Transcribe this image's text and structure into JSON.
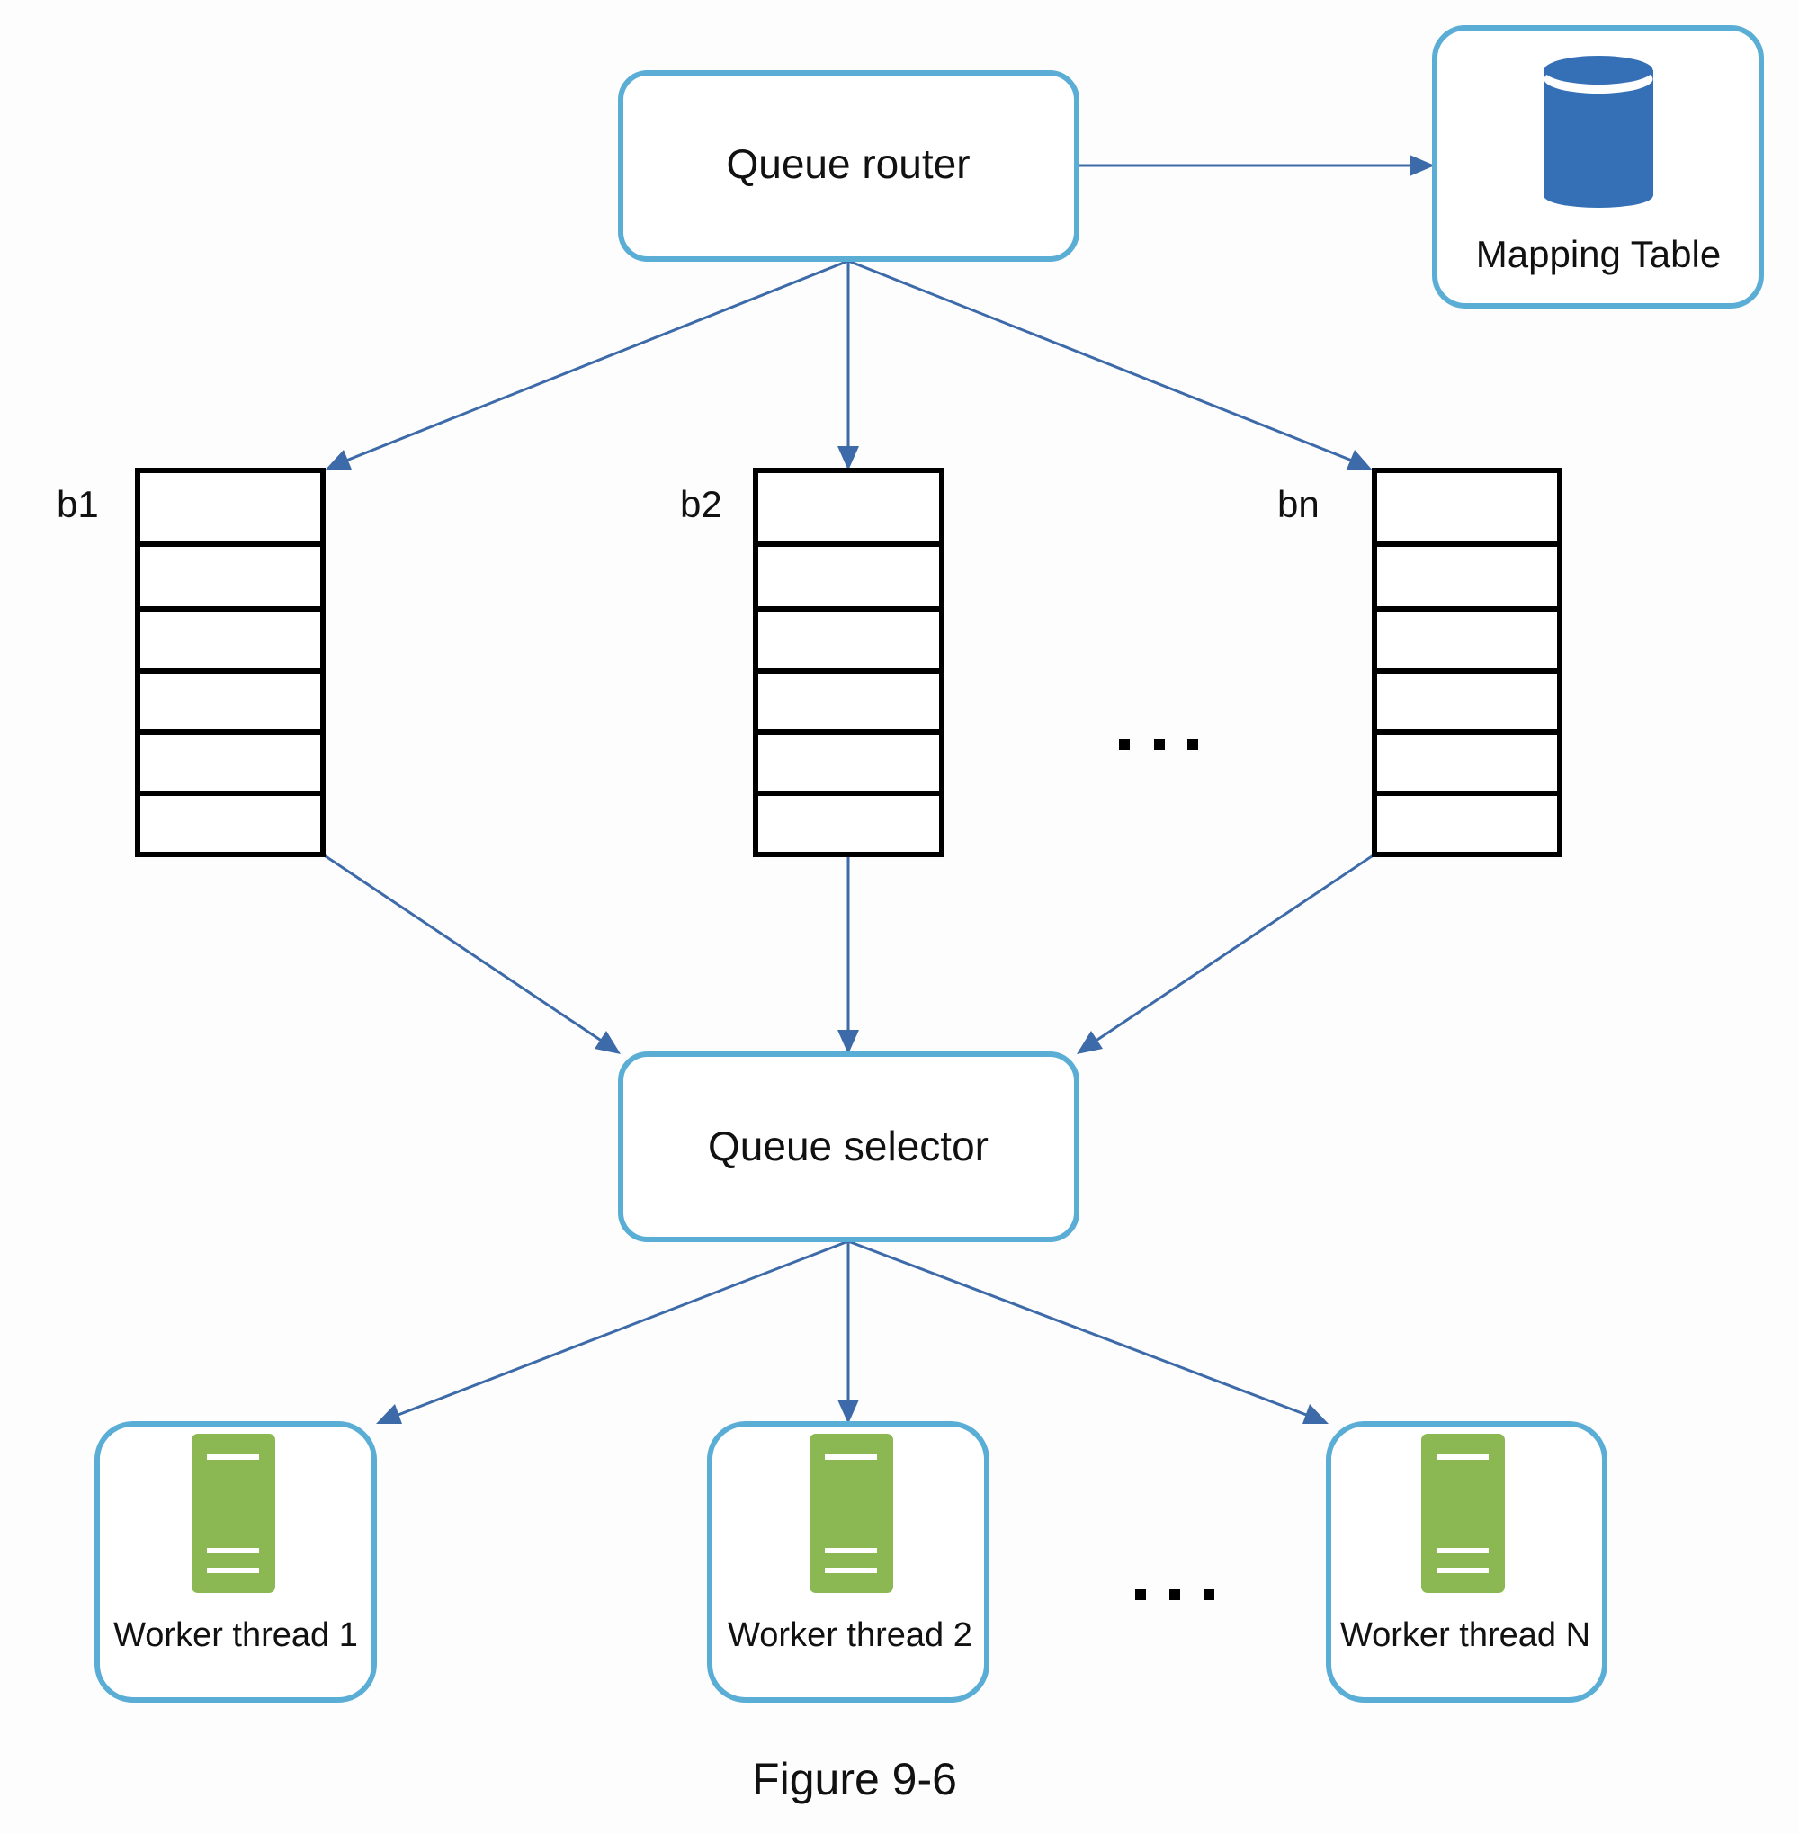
{
  "diagram": {
    "caption": "Figure 9-6",
    "nodes": {
      "queue_router": {
        "label": "Queue router"
      },
      "mapping_table": {
        "label": "Mapping Table",
        "icon": "database-icon",
        "color": "#356fb5"
      },
      "queue_selector": {
        "label": "Queue selector"
      }
    },
    "queues": [
      {
        "label": "b1",
        "slots": 6
      },
      {
        "label": "b2",
        "slots": 6
      },
      {
        "label": "bn",
        "slots": 6
      }
    ],
    "queue_ellipsis": "...",
    "workers": [
      {
        "label": "Worker thread 1",
        "icon": "server-icon"
      },
      {
        "label": "Worker thread 2",
        "icon": "server-icon"
      },
      {
        "label": "Worker thread N",
        "icon": "server-icon"
      }
    ],
    "worker_ellipsis": "...",
    "colors": {
      "box_border": "#5aaed6",
      "arrow": "#3d6aa8",
      "server": "#8bb853",
      "database": "#356fb5"
    },
    "edges": [
      {
        "from": "queue_router",
        "to": "mapping_table"
      },
      {
        "from": "queue_router",
        "to": "b1"
      },
      {
        "from": "queue_router",
        "to": "b2"
      },
      {
        "from": "queue_router",
        "to": "bn"
      },
      {
        "from": "b1",
        "to": "queue_selector"
      },
      {
        "from": "b2",
        "to": "queue_selector"
      },
      {
        "from": "bn",
        "to": "queue_selector"
      },
      {
        "from": "queue_selector",
        "to": "Worker thread 1"
      },
      {
        "from": "queue_selector",
        "to": "Worker thread 2"
      },
      {
        "from": "queue_selector",
        "to": "Worker thread N"
      }
    ]
  }
}
